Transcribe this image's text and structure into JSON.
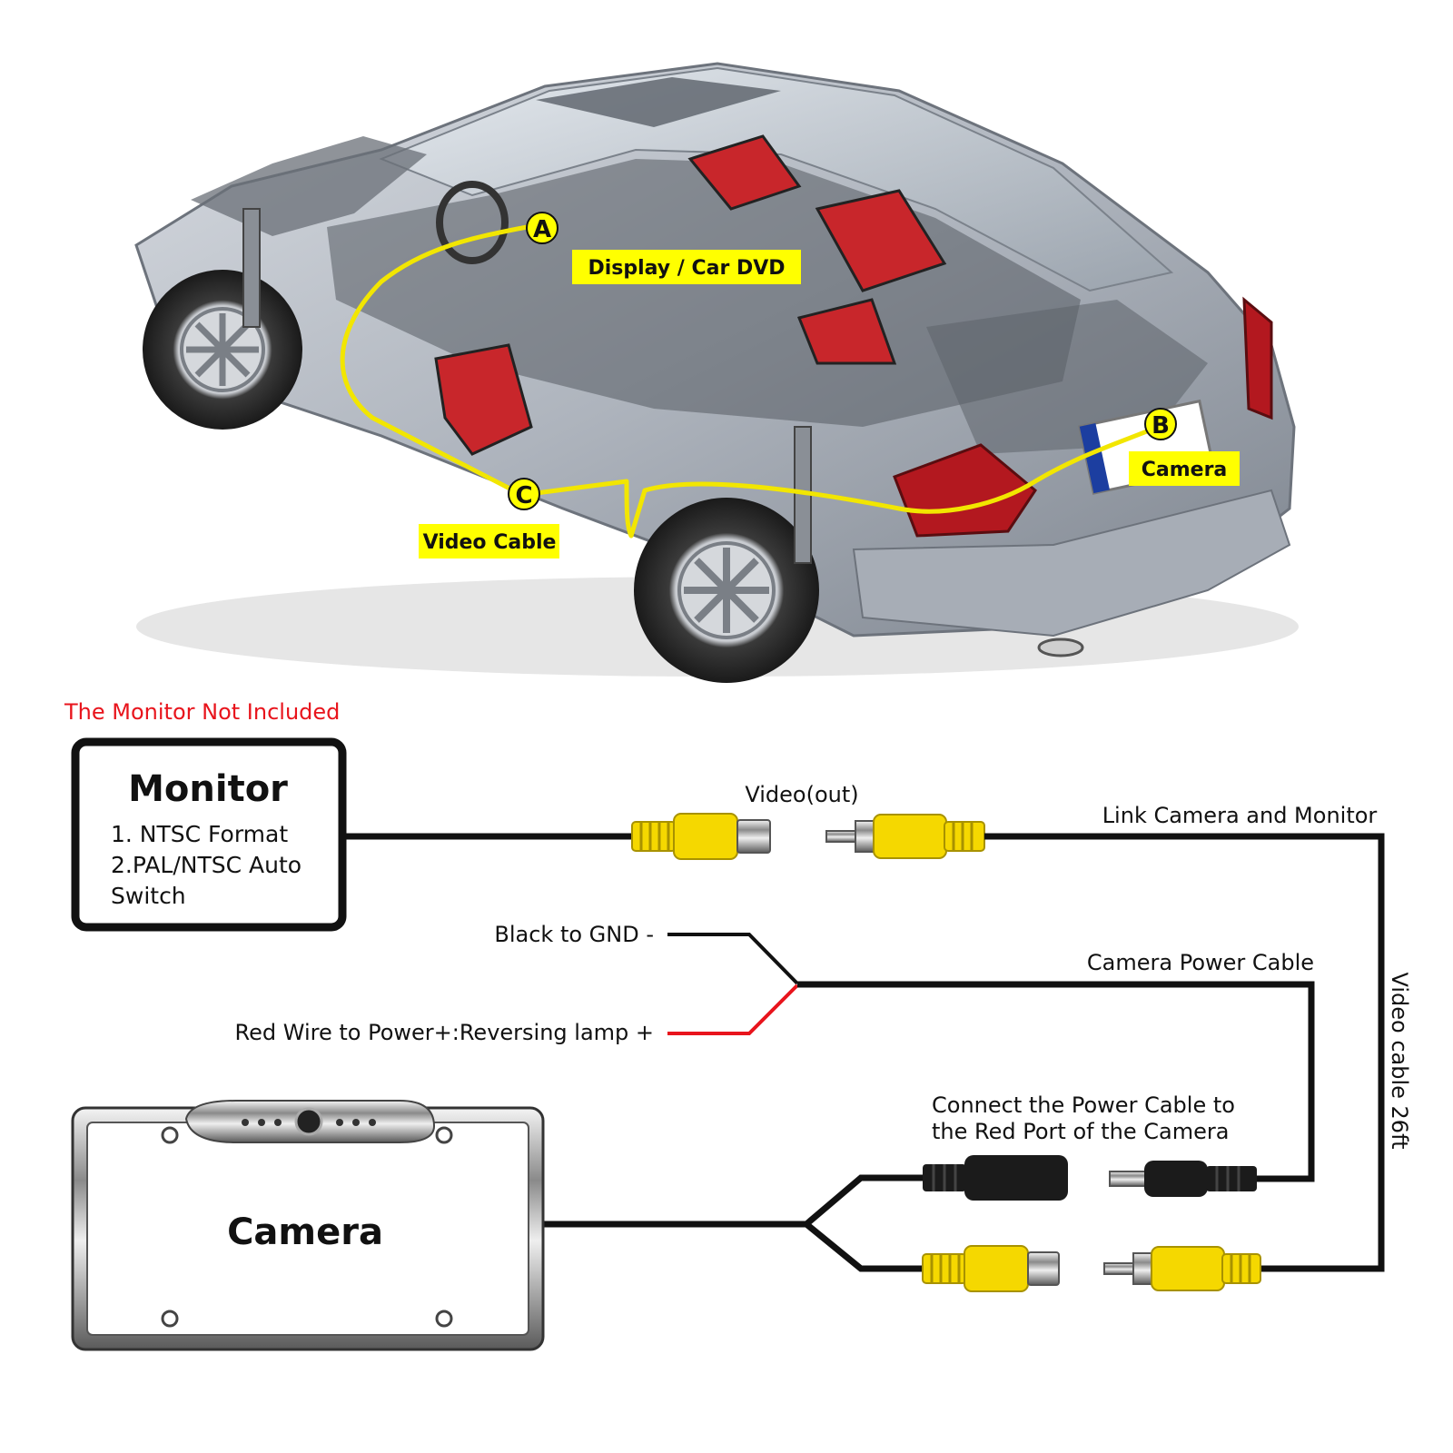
{
  "car_diagram": {
    "points": {
      "a": "A",
      "b": "B",
      "c": "C"
    },
    "labels": {
      "display": "Display / Car DVD",
      "camera": "Camera",
      "video_cable": "Video Cable"
    }
  },
  "wiring": {
    "notice": "The Monitor Not Included",
    "monitor": {
      "title": "Monitor",
      "spec_lines": [
        "1. NTSC Format",
        "2.PAL/NTSC Auto",
        "Switch"
      ]
    },
    "labels": {
      "video_out": "Video(out)",
      "link": "Link Camera and Monitor",
      "black_gnd": "Black to GND -",
      "power_cable": "Camera Power Cable",
      "red_wire": "Red Wire to Power+:Reversing lamp +",
      "connect_power_line1": "Connect the Power Cable to",
      "connect_power_line2": "the Red Port of the Camera",
      "video_cable_length": "Video cable 26ft"
    },
    "camera_label": "Camera"
  },
  "colors": {
    "yellow_wire": "#f2e600",
    "label_bg": "#ffff00",
    "rca_yellow": "#f5d800",
    "red_wire": "#e8141c",
    "wire_black": "#111111",
    "car_body": "#b7bcc4"
  }
}
